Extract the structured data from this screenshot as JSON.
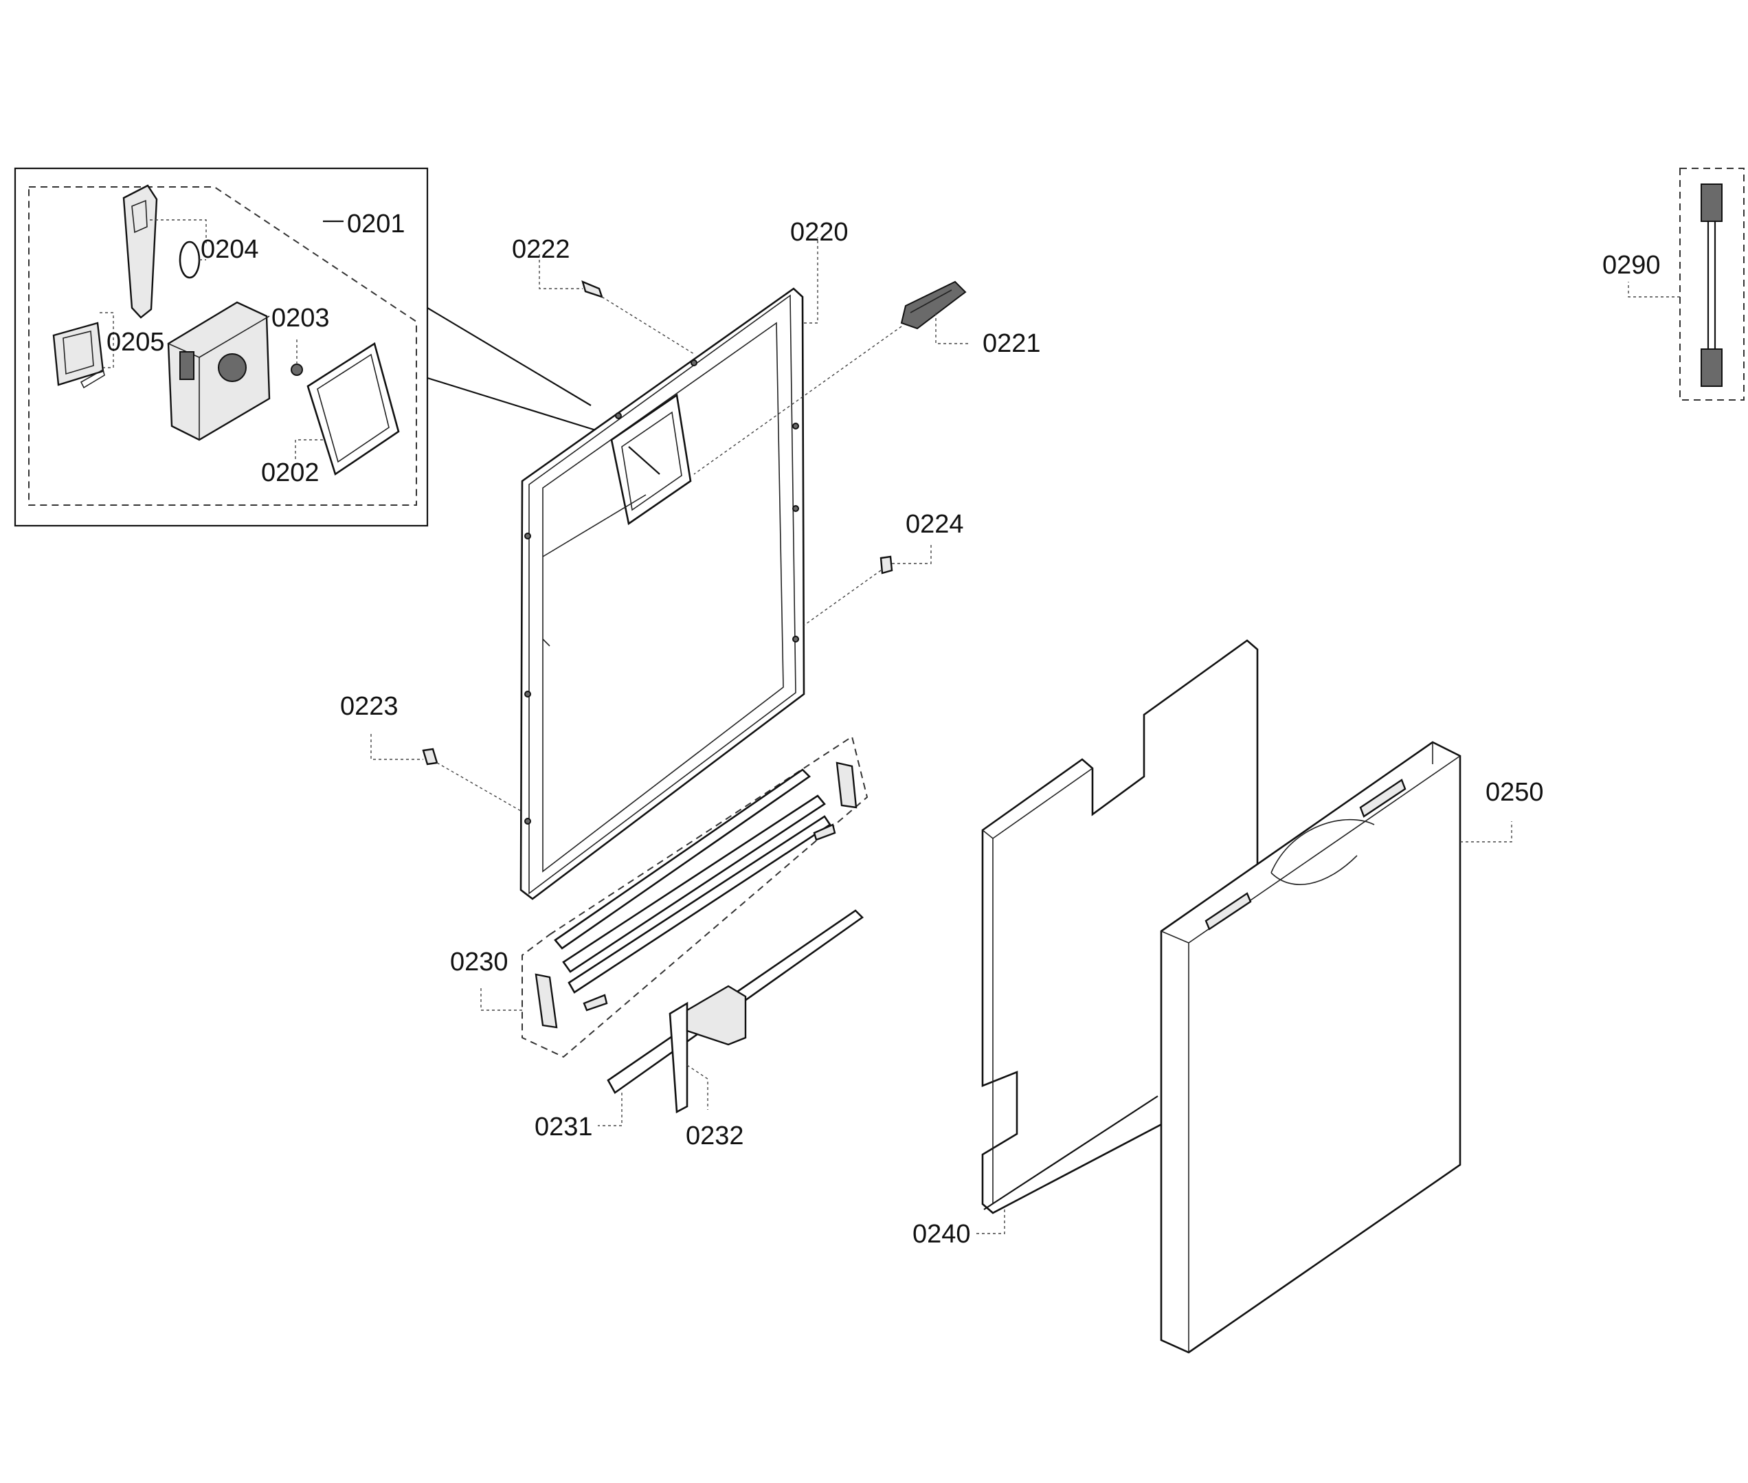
{
  "labels": {
    "p0201": "0201",
    "p0202": "0202",
    "p0203": "0203",
    "p0204": "0204",
    "p0205": "0205",
    "p0220": "0220",
    "p0221": "0221",
    "p0222": "0222",
    "p0223": "0223",
    "p0224": "0224",
    "p0230": "0230",
    "p0231": "0231",
    "p0232": "0232",
    "p0240": "0240",
    "p0250": "0250",
    "p0290": "0290"
  }
}
